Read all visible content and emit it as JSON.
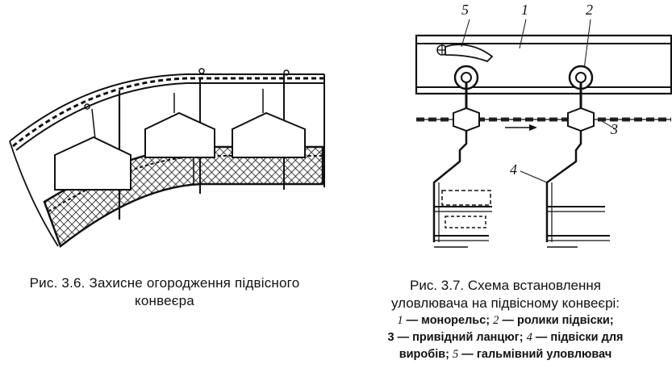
{
  "figure_3_6": {
    "caption_line1": "Рис. 3.6. Захисне огородження підвісного",
    "caption_line2": "конвеєра"
  },
  "figure_3_7": {
    "caption_line1": "Рис. 3.7. Схема встановлення",
    "caption_line2": "уловлювача на підвісному конвеєрі:",
    "legend": [
      {
        "num": "1",
        "text": " — монорельс; "
      },
      {
        "num": "2",
        "text": " — ролики підвіски;"
      },
      {
        "num": "3",
        "text": " — привідний ланцюг; "
      },
      {
        "num": "4",
        "text": " — підвіски для"
      },
      {
        "num": "",
        "text": "виробів; "
      },
      {
        "num": "5",
        "text": " — гальмівний уловлювач"
      }
    ],
    "callouts": {
      "c5": "5",
      "c1": "1",
      "c2": "2",
      "c3": "3",
      "c4": "4"
    }
  }
}
